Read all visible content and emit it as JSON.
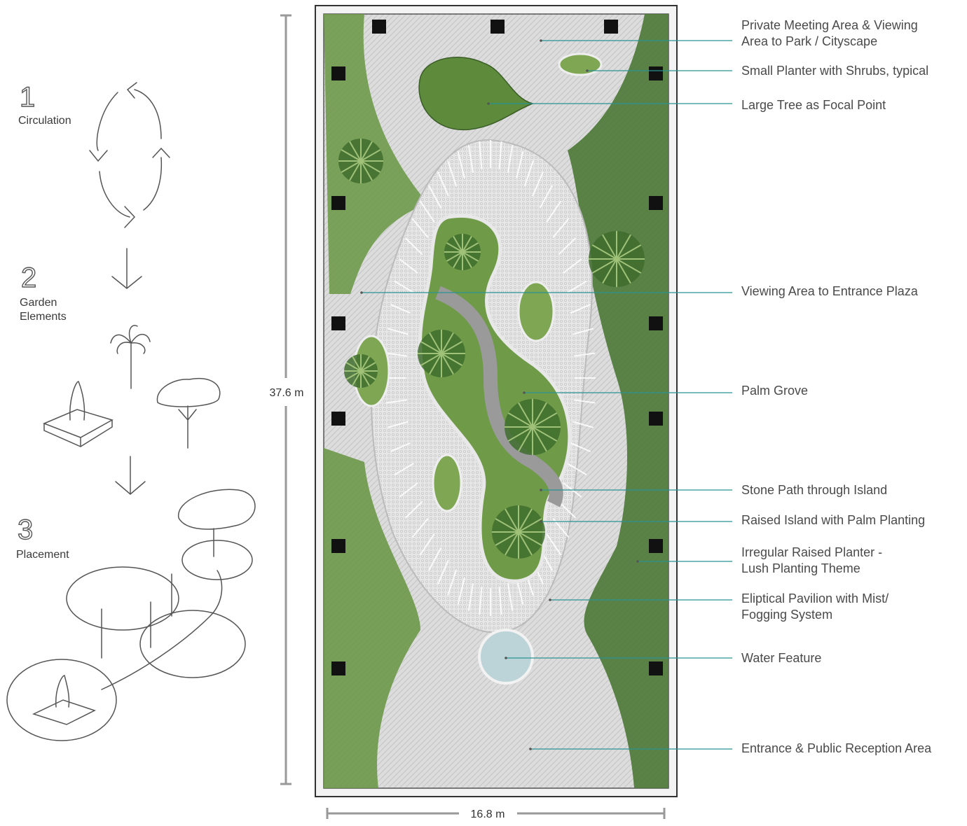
{
  "colors": {
    "leader": "#2a9393",
    "paving": "#d6d6d6",
    "planting": "#5f8a3e",
    "water": "#b9d3d8"
  },
  "left_panel": {
    "steps": [
      {
        "number": "1",
        "label_lines": [
          "Circulation"
        ]
      },
      {
        "number": "2",
        "label_lines": [
          "Garden",
          "Elements"
        ]
      },
      {
        "number": "3",
        "label_lines": [
          "Placement"
        ]
      }
    ]
  },
  "dimensions": {
    "height": "37.6 m",
    "width": "16.8 m"
  },
  "callouts": [
    {
      "lines": [
        "Private Meeting Area & Viewing",
        "Area to Park / Cityscape"
      ]
    },
    {
      "lines": [
        "Small Planter with Shrubs, typical"
      ]
    },
    {
      "lines": [
        "Large Tree as Focal Point"
      ]
    },
    {
      "lines": [
        "Viewing Area to Entrance Plaza"
      ]
    },
    {
      "lines": [
        "Palm Grove"
      ]
    },
    {
      "lines": [
        "Stone Path through Island"
      ]
    },
    {
      "lines": [
        "Raised Island with Palm Planting"
      ]
    },
    {
      "lines": [
        "Irregular Raised Planter -",
        "Lush Planting Theme"
      ]
    },
    {
      "lines": [
        "Eliptical  Pavilion  with  Mist/",
        "Fogging System"
      ]
    },
    {
      "lines": [
        "Water Feature"
      ]
    },
    {
      "lines": [
        "Entrance & Public Reception Area"
      ]
    }
  ]
}
